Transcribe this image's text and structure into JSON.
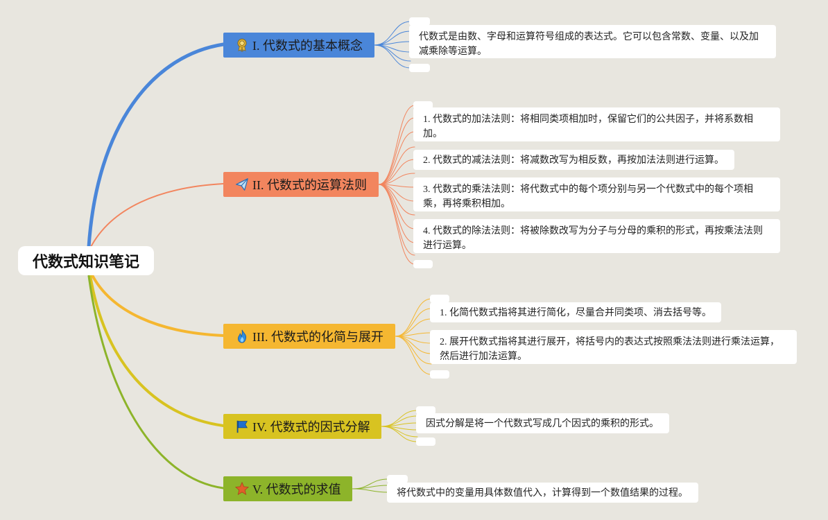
{
  "root": {
    "title": "代数式知识笔记"
  },
  "branches": [
    {
      "label": "I. 代数式的基本概念",
      "icon": "award-ribbon-icon",
      "color": "#4a86d9",
      "notes": [
        "代数式是由数、字母和运算符号组成的表达式。它可以包含常数、变量、以及加减乘除等运算。"
      ]
    },
    {
      "label": "II. 代数式的运算法则",
      "icon": "paper-plane-icon",
      "color": "#f2855e",
      "notes": [
        "1. 代数式的加法法则：将相同类项相加时，保留它们的公共因子，并将系数相加。",
        "2. 代数式的减法法则：将减数改写为相反数，再按加法法则进行运算。",
        "3. 代数式的乘法法则：将代数式中的每个项分别与另一个代数式中的每个项相乘，再将乘积相加。",
        "4. 代数式的除法法则：将被除数改写为分子与分母的乘积的形式，再按乘法法则进行运算。"
      ]
    },
    {
      "label": "III. 代数式的化简与展开",
      "icon": "flame-icon",
      "color": "#f5b731",
      "notes": [
        "1. 化简代数式指将其进行简化，尽量合并同类项、消去括号等。",
        "2. 展开代数式指将其进行展开，将括号内的表达式按照乘法法则进行乘法运算，然后进行加法运算。"
      ]
    },
    {
      "label": "IV. 代数式的因式分解",
      "icon": "flag-icon",
      "color": "#d8c321",
      "notes": [
        "因式分解是将一个代数式写成几个因式的乘积的形式。"
      ]
    },
    {
      "label": "V. 代数式的求值",
      "icon": "star-icon",
      "color": "#8db42a",
      "notes": [
        "将代数式中的变量用具体数值代入，计算得到一个数值结果的过程。"
      ]
    }
  ]
}
